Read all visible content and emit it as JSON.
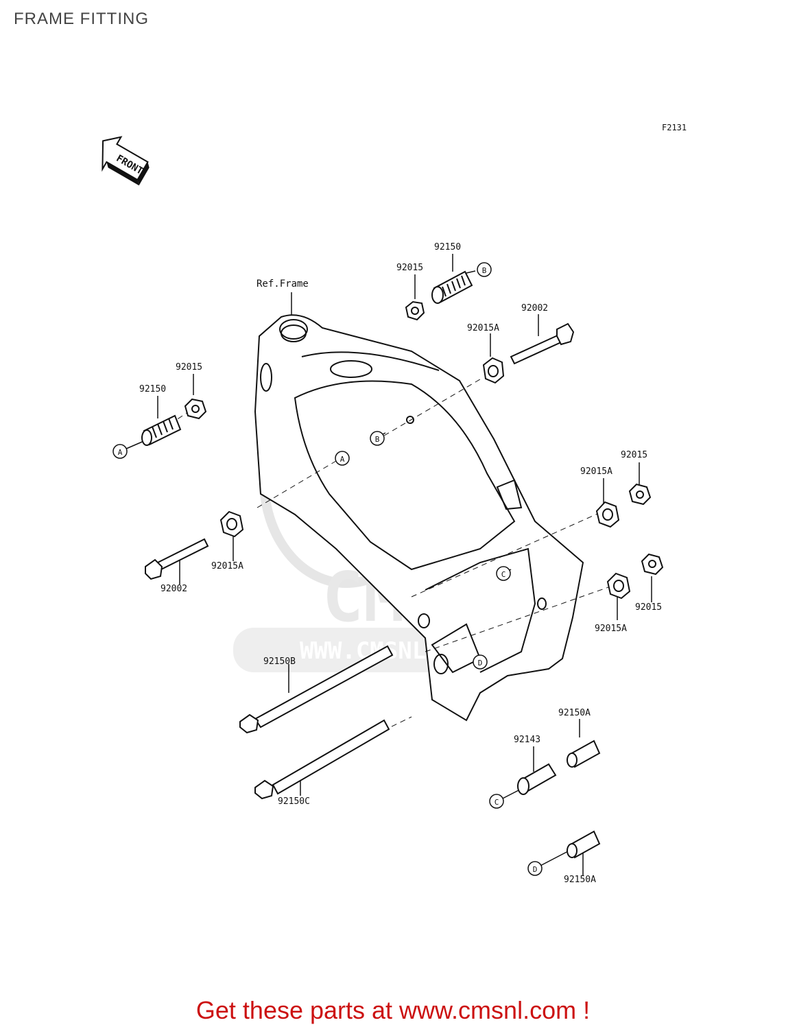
{
  "page": {
    "title": "FRAME FITTING"
  },
  "diagram": {
    "code": "F2131",
    "front_arrow_label": "FRONT",
    "ref_label": "Ref.Frame",
    "callouts": [
      {
        "id": "c1",
        "text": "92150"
      },
      {
        "id": "c2",
        "text": "92015"
      },
      {
        "id": "c3",
        "text": "92002"
      },
      {
        "id": "c4",
        "text": "92015A"
      },
      {
        "id": "c5",
        "text": "92015"
      },
      {
        "id": "c6",
        "text": "92150"
      },
      {
        "id": "c7",
        "text": "92015"
      },
      {
        "id": "c8",
        "text": "92015A"
      },
      {
        "id": "c9",
        "text": "92015A"
      },
      {
        "id": "c10",
        "text": "92002"
      },
      {
        "id": "c11",
        "text": "92015"
      },
      {
        "id": "c12",
        "text": "92015A"
      },
      {
        "id": "c13",
        "text": "92150B"
      },
      {
        "id": "c14",
        "text": "92150A"
      },
      {
        "id": "c15",
        "text": "92143"
      },
      {
        "id": "c16",
        "text": "92150C"
      },
      {
        "id": "c17",
        "text": "92150A"
      }
    ],
    "reference_markers": [
      "A",
      "B",
      "C",
      "D"
    ],
    "watermark_text": "WWW.CMSNL.COM",
    "watermark_logo": "CMS"
  },
  "footer": {
    "cta": "Get these parts at www.cmsnl.com !"
  },
  "colors": {
    "line": "#111111",
    "watermark": "#e6e6e6",
    "footer": "#cc1111",
    "title": "#444444"
  }
}
